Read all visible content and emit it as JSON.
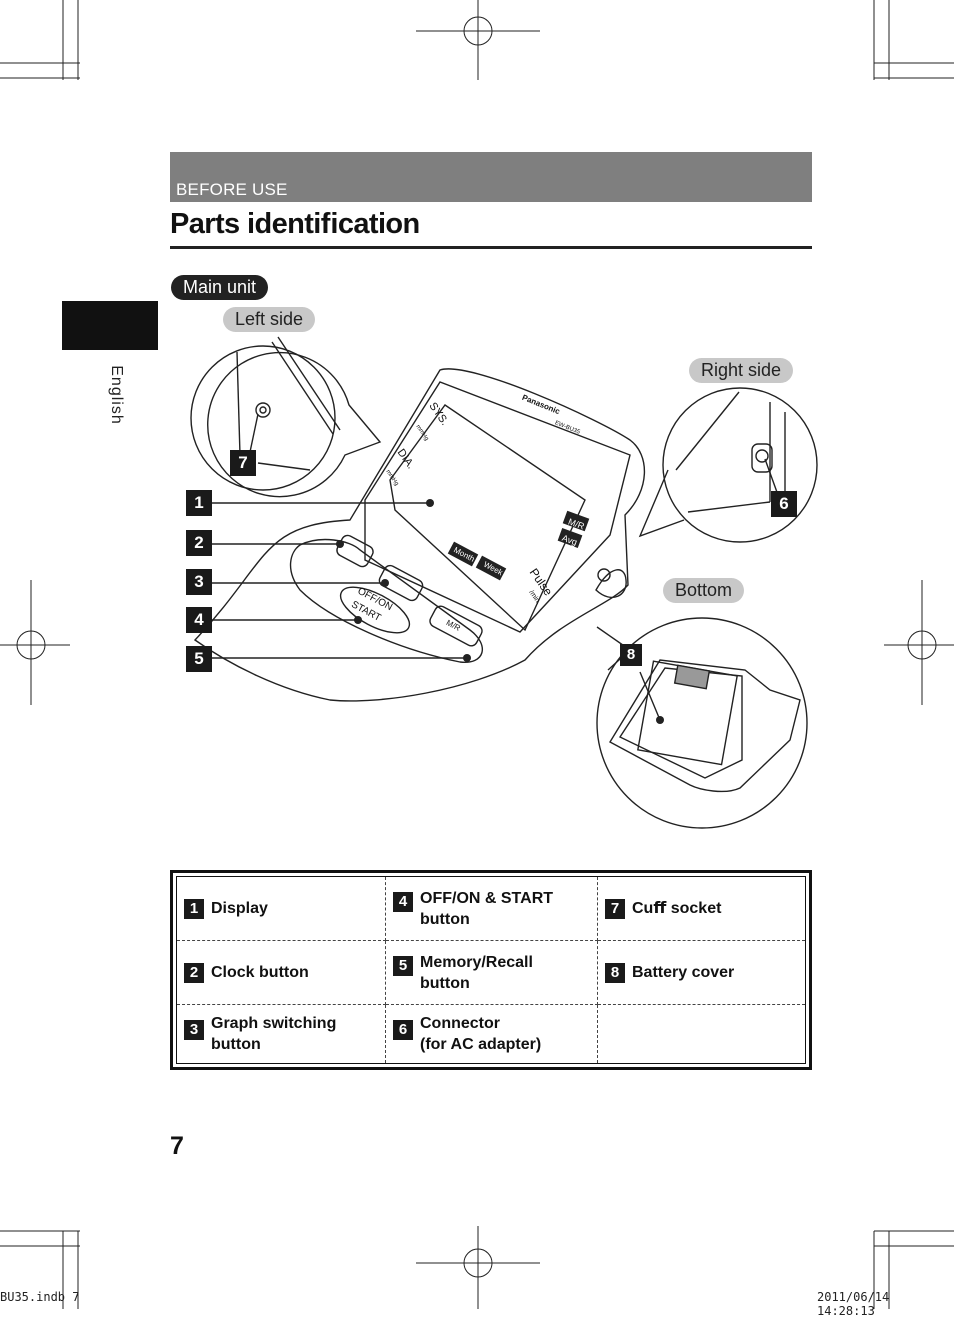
{
  "header": {
    "section_label": "BEFORE USE",
    "page_title": "Parts identiﬁcation",
    "language_tab": "English"
  },
  "labels": {
    "main_unit": "Main unit",
    "left_side": "Left side",
    "right_side": "Right side",
    "bottom": "Bottom"
  },
  "device_text": {
    "brand": "Panasonic",
    "model": "EW-BU35",
    "sys": "SYS.",
    "dia": "DIA.",
    "mmhg": "mmHg",
    "pulse": "Pulse",
    "per_min": "/min.",
    "mr": "M/R",
    "avg": "Avg",
    "month": "Month",
    "week": "Week",
    "offon": "OFF/ON",
    "start": "START",
    "mr_button": "M/R"
  },
  "callouts": [
    "1",
    "2",
    "3",
    "4",
    "5",
    "6",
    "7",
    "8"
  ],
  "parts": [
    {
      "num": "1",
      "label": "Display"
    },
    {
      "num": "2",
      "label": "Clock button"
    },
    {
      "num": "3",
      "label": "Graph switching\n button"
    },
    {
      "num": "4",
      "label": "OFF/ON & START\n button"
    },
    {
      "num": "5",
      "label": "Memory/Recall\n button"
    },
    {
      "num": "6",
      "label": "Connector\n (for AC adapter)"
    },
    {
      "num": "7",
      "label": "Cuﬀ socket"
    },
    {
      "num": "8",
      "label": "Battery cover"
    }
  ],
  "page_number": "7",
  "footer": {
    "left": "BU35.indb   7",
    "right": "2011/06/14   14:28:13"
  }
}
